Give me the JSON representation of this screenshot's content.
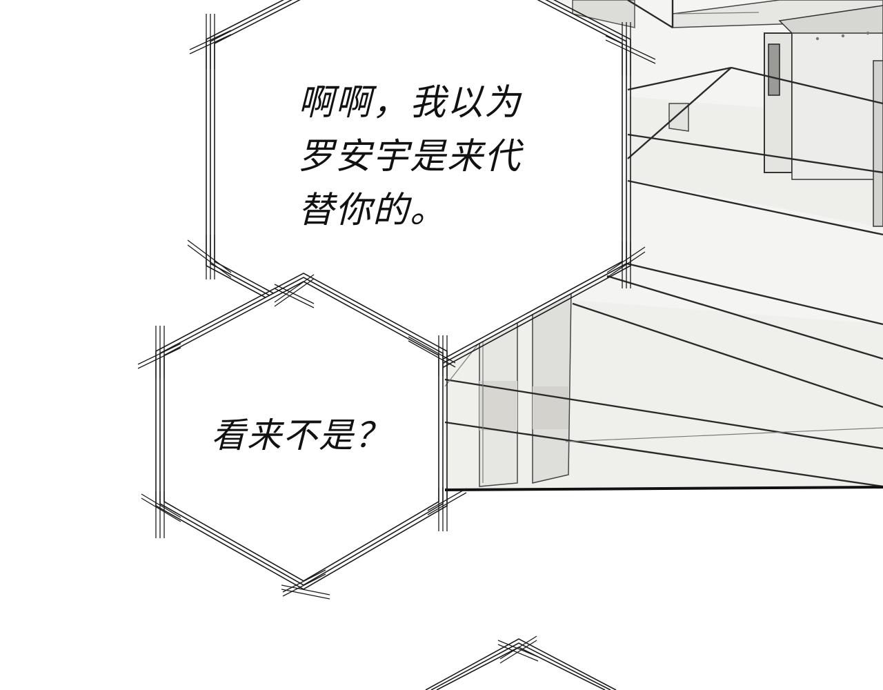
{
  "bubbles": [
    {
      "lines": [
        "啊啊，我以为",
        "罗安宇是来代",
        "替你的。"
      ]
    },
    {
      "lines": [
        "看来不是？"
      ]
    }
  ],
  "colors": {
    "ink": "#111111",
    "panel_gray": "#e8e8e6",
    "panel_light": "#f3f3f1",
    "background": "#ffffff"
  }
}
